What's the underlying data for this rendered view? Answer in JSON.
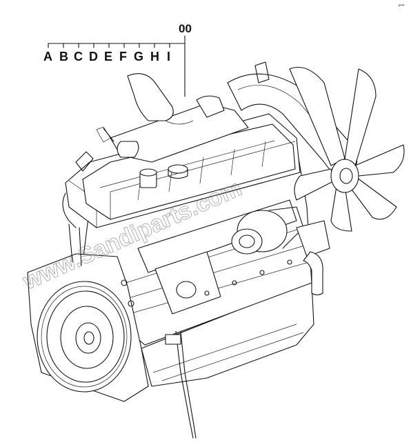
{
  "assembly": {
    "number": "00"
  },
  "variants": [
    "A",
    "B",
    "C",
    "D",
    "E",
    "F",
    "G",
    "H",
    "I"
  ],
  "corner_mark": "⌐-",
  "watermark": "www.Sandiparts.com"
}
